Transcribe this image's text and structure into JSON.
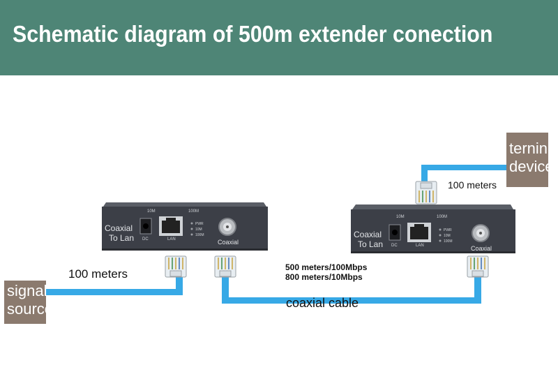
{
  "title": "Schematic diagram of 500m extender conection",
  "source_label": {
    "line1": "signal",
    "line2": "source"
  },
  "terminal_label": {
    "line1": "terninal",
    "line2": "device"
  },
  "left_cable_label": "100 meters",
  "right_cable_label": "100 meters",
  "coax_rate_1": "500 meters/100Mbps",
  "coax_rate_2": "800 meters/10Mbps",
  "coax_label": "coaxial cable",
  "device": {
    "name_line1": "Coaxial",
    "name_line2": "To Lan",
    "port_dc": "DC",
    "port_lan": "LAN",
    "port_coax": "Coaxial",
    "led_10m": "10M",
    "led_100m": "100M",
    "led_pwr": "PWR"
  },
  "colors": {
    "header": "#4e8576",
    "cable": "#37a9e6",
    "label_box": "#8b7a6e",
    "device": "#3c3f47"
  }
}
